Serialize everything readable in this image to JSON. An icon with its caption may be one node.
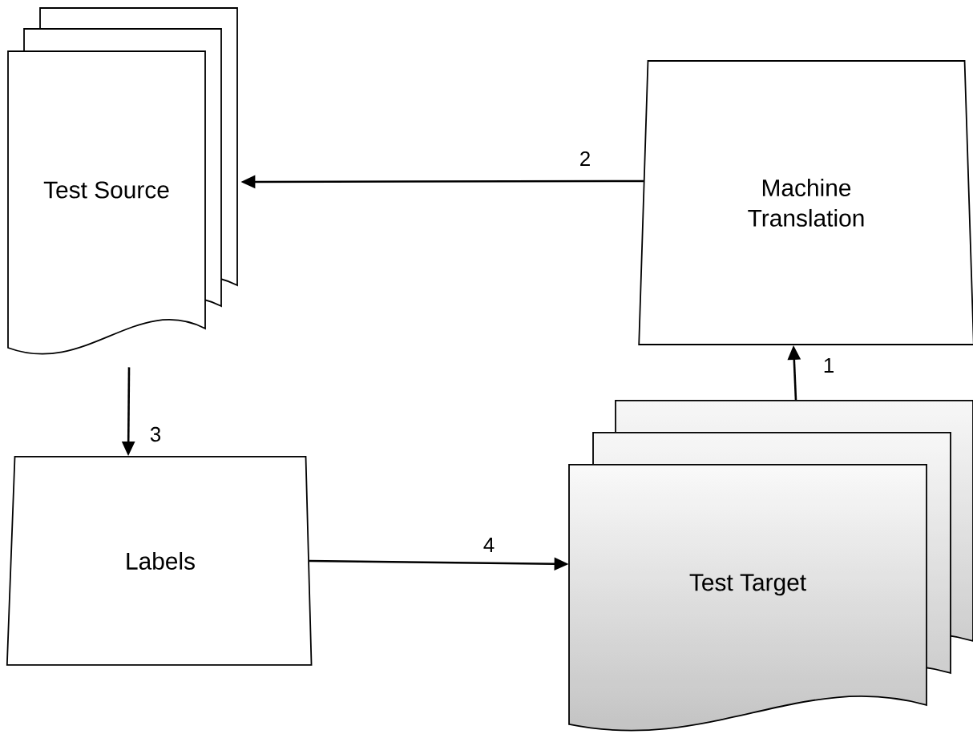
{
  "diagram": {
    "nodes": [
      {
        "text": [
          "Test Source"
        ]
      },
      {
        "text": [
          "Machine Translation"
        ]
      },
      {
        "text": [
          "Labels"
        ]
      },
      {
        "text": [
          "Test Target"
        ]
      }
    ],
    "edges": [
      {
        "from": 3,
        "to": 1,
        "arrow": "to",
        "label": "1"
      },
      {
        "from": 1,
        "to": 0,
        "arrow": "to",
        "label": "2"
      },
      {
        "from": 0,
        "to": 2,
        "arrow": "to",
        "label": "3"
      },
      {
        "from": 2,
        "to": 3,
        "arrow": "to",
        "label": "4"
      }
    ]
  }
}
